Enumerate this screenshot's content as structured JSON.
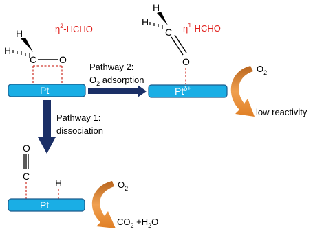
{
  "eta2_prefix": "η",
  "eta2_sup": "2",
  "eta2_suffix": "-HCHO",
  "eta1_prefix": "η",
  "eta1_sup": "1",
  "eta1_suffix": "-HCHO",
  "atom_H": "H",
  "atom_C": "C",
  "atom_O": "O",
  "surface_pt": "Pt",
  "surface_pt_delta": "Pt",
  "delta_sup": "δ+",
  "pathway2_line1": "Pathway 2:",
  "pathway2_line2_a": "O",
  "pathway2_line2_sub": "2",
  "pathway2_line2_b": " adsorption",
  "pathway1_line1": "Pathway 1:",
  "pathway1_line2": "dissociation",
  "o2_a": "O",
  "o2_sub": "2",
  "low_reactivity": "low reactivity",
  "products_co2": "CO",
  "products_co2_sub": "2",
  "products_plus": " +H",
  "products_h2o_sub": "2",
  "products_o": "O",
  "colors": {
    "surface_fill": "#1aaee5",
    "surface_border": "#1a5b8c",
    "label_red": "#e0201c",
    "dashed_bond": "#d03a30",
    "navy_arrow": "#1b2f66",
    "orange_arrow": "#e98a2c"
  }
}
